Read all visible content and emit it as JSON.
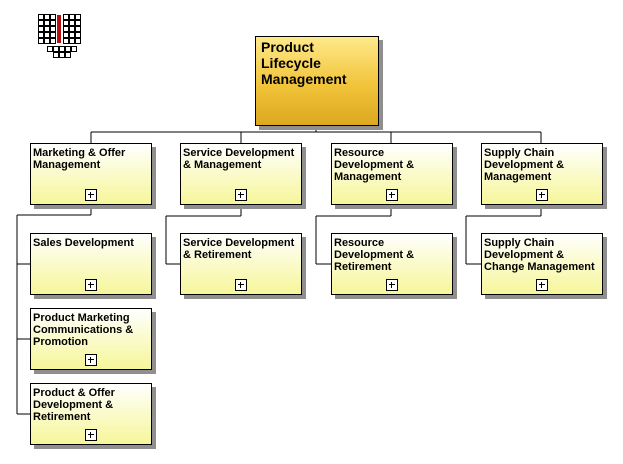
{
  "diagram": {
    "root": {
      "label": "Product\nLifecycle\nManagement"
    },
    "groups": [
      {
        "label": "Marketing & Offer\nManagement",
        "children": [
          {
            "label": "Sales Development"
          },
          {
            "label": "Product Marketing\nCommunications &\nPromotion"
          },
          {
            "label": "Product & Offer\nDevelopment &\nRetirement"
          }
        ]
      },
      {
        "label": "Service Development\n& Management",
        "children": [
          {
            "label": "Service Development\n& Retirement"
          }
        ]
      },
      {
        "label": "Resource\nDevelopment &\nManagement",
        "children": [
          {
            "label": "Resource\nDevelopment &\nRetirement"
          }
        ]
      },
      {
        "label": "Supply Chain\nDevelopment &\nManagement",
        "children": [
          {
            "label": "Supply Chain\nDevelopment &\nChange Management"
          }
        ]
      }
    ]
  }
}
